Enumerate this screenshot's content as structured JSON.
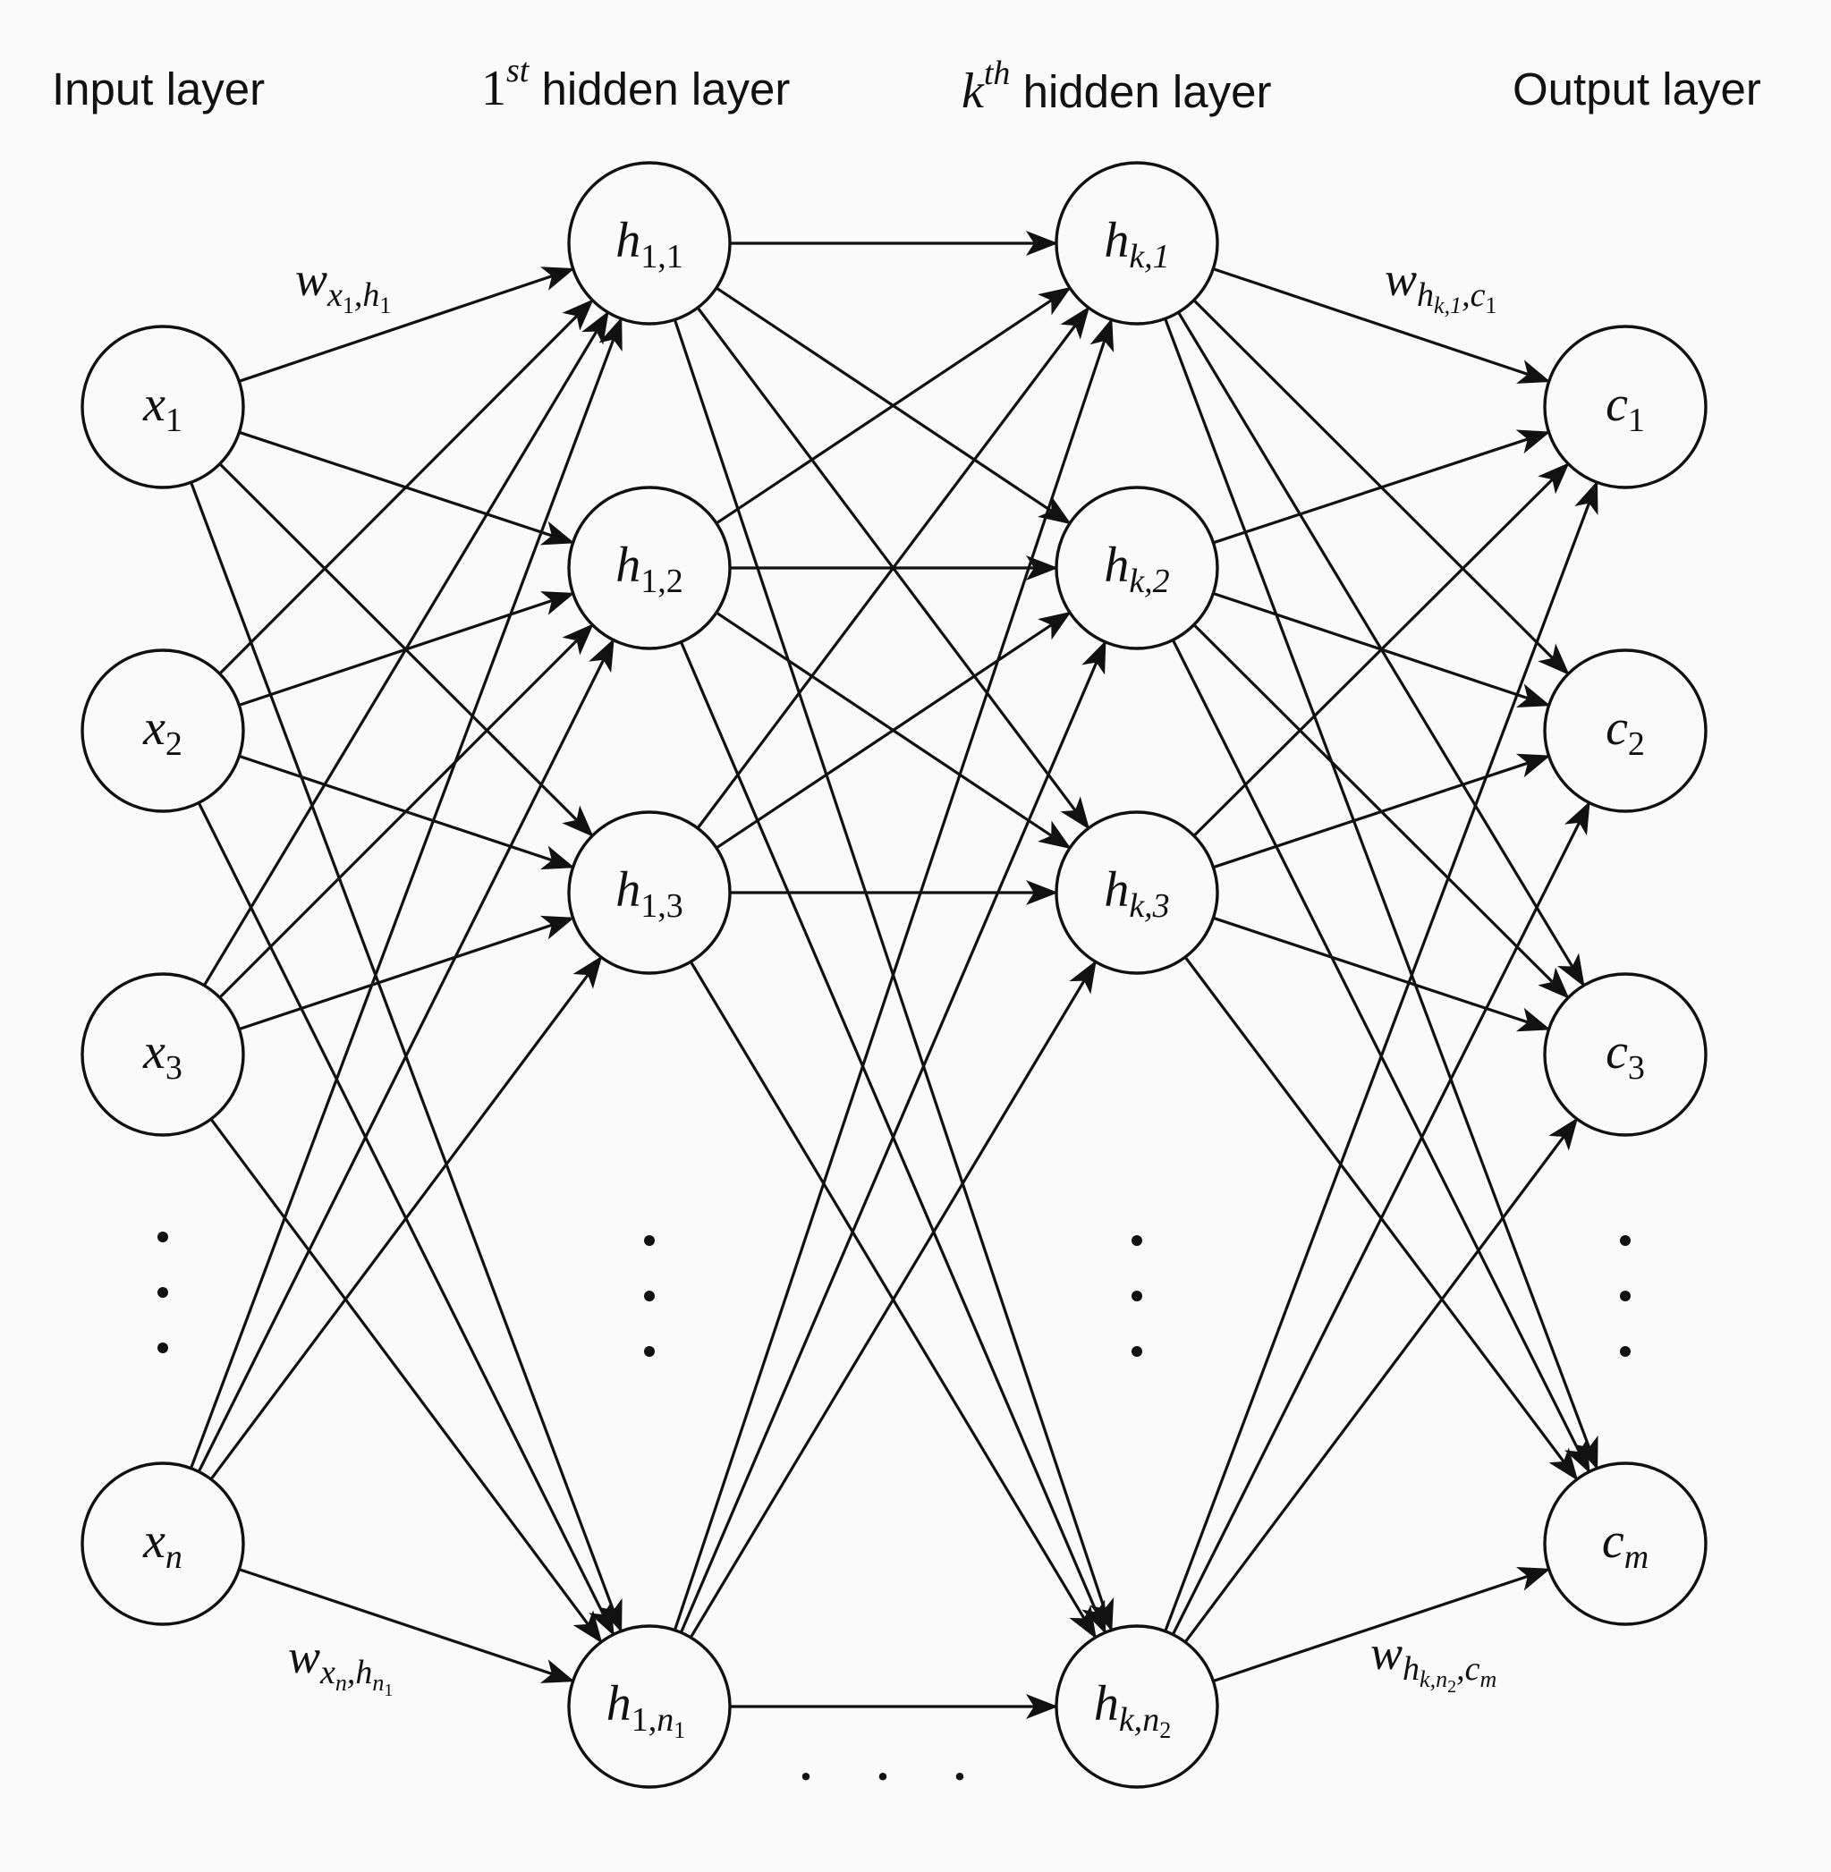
{
  "colors": {
    "background": "#fafafa",
    "ink": "#111111"
  },
  "layers": [
    {
      "id": "input",
      "title": {
        "base": "Input layer"
      },
      "nodes": [
        {
          "base": "x",
          "sub": "1"
        },
        {
          "base": "x",
          "sub": "2"
        },
        {
          "base": "x",
          "sub": "3"
        },
        {
          "base": "x",
          "sub": "n"
        }
      ],
      "ellipsis": "vertical"
    },
    {
      "id": "hidden-1",
      "title": {
        "prefix": "1",
        "sup": "st",
        "suffix": " hidden layer"
      },
      "nodes": [
        {
          "base": "h",
          "sub": "1,1"
        },
        {
          "base": "h",
          "sub": "1,2"
        },
        {
          "base": "h",
          "sub": "1,3"
        },
        {
          "base": "h",
          "sub": "1,",
          "subsub": "1",
          "subsub_base": "n"
        }
      ],
      "ellipsis": "vertical"
    },
    {
      "id": "hidden-k",
      "title": {
        "prefix": "k",
        "sup": "th",
        "suffix": " hidden layer"
      },
      "nodes": [
        {
          "base": "h",
          "sub": "k,1"
        },
        {
          "base": "h",
          "sub": "k,2"
        },
        {
          "base": "h",
          "sub": "k,3"
        },
        {
          "base": "h",
          "sub": "k,",
          "subsub": "2",
          "subsub_base": "n"
        }
      ],
      "ellipsis": "vertical"
    },
    {
      "id": "output",
      "title": {
        "base": "Output layer"
      },
      "nodes": [
        {
          "base": "c",
          "sub": "1"
        },
        {
          "base": "c",
          "sub": "2"
        },
        {
          "base": "c",
          "sub": "3"
        },
        {
          "base": "c",
          "sub": "m"
        }
      ],
      "ellipsis": "vertical"
    }
  ],
  "connectivity": "fully-connected",
  "between_hidden_ellipsis": "· · ·",
  "ellipsis_glyph": "·",
  "weight_labels": [
    {
      "base": "w",
      "sub": "x",
      "subsub": "1",
      "tail": ",h",
      "tailsub": "1"
    },
    {
      "base": "w",
      "sub": "x",
      "subsub": "n",
      "tail": ",h",
      "tailsub": "n",
      "tailsubsub": "1"
    },
    {
      "base": "w",
      "sub": "h",
      "subsub": "k,1",
      "tail": ",c",
      "tailsub": "1"
    },
    {
      "base": "w",
      "sub": "h",
      "subsub": "k,n",
      "subsubsub": "2",
      "tail": ",c",
      "tailsub": "m"
    }
  ]
}
